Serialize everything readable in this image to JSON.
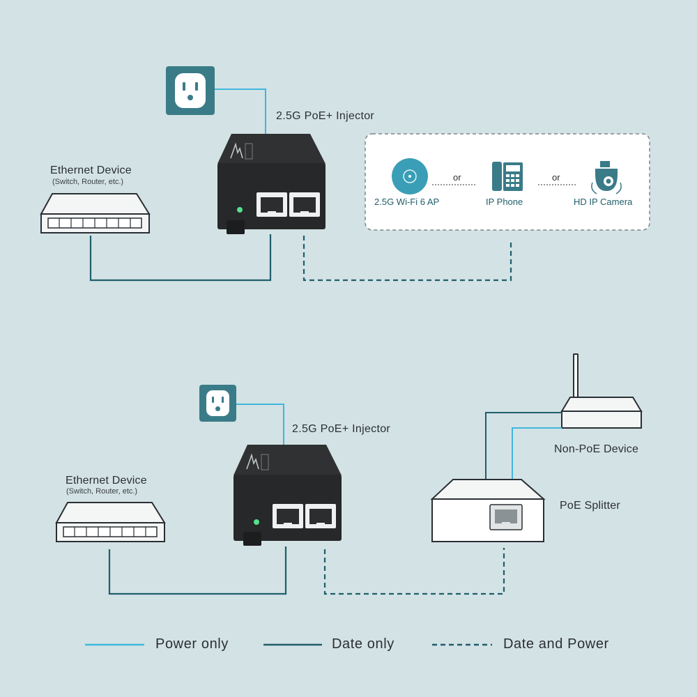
{
  "top": {
    "injector_label": "2.5G PoE+ Injector",
    "ethernet_device": {
      "title": "Ethernet Device",
      "subtitle": "(Switch, Router, etc.)"
    },
    "powered_devices": [
      {
        "label": "2.5G Wi-Fi 6 AP",
        "icon": "access-point-icon"
      },
      {
        "label": "IP Phone",
        "icon": "ip-phone-icon"
      },
      {
        "label": "HD IP Camera",
        "icon": "ip-camera-icon"
      }
    ],
    "or_label": "or"
  },
  "bottom": {
    "injector_label": "2.5G PoE+ Injector",
    "ethernet_device": {
      "title": "Ethernet Device",
      "subtitle": "(Switch, Router, etc.)"
    },
    "non_poe_device_label": "Non-PoE Device",
    "splitter_label": "PoE Splitter"
  },
  "legend": {
    "power_only": "Power only",
    "data_only": "Date only",
    "data_and_power": "Date and Power"
  },
  "colors": {
    "background": "#d3e2e5",
    "power_line": "#3fb7dd",
    "data_line": "#1f5e6b",
    "teal": "#3a7b88",
    "device_dark": "#262829",
    "led": "#55e08a"
  }
}
